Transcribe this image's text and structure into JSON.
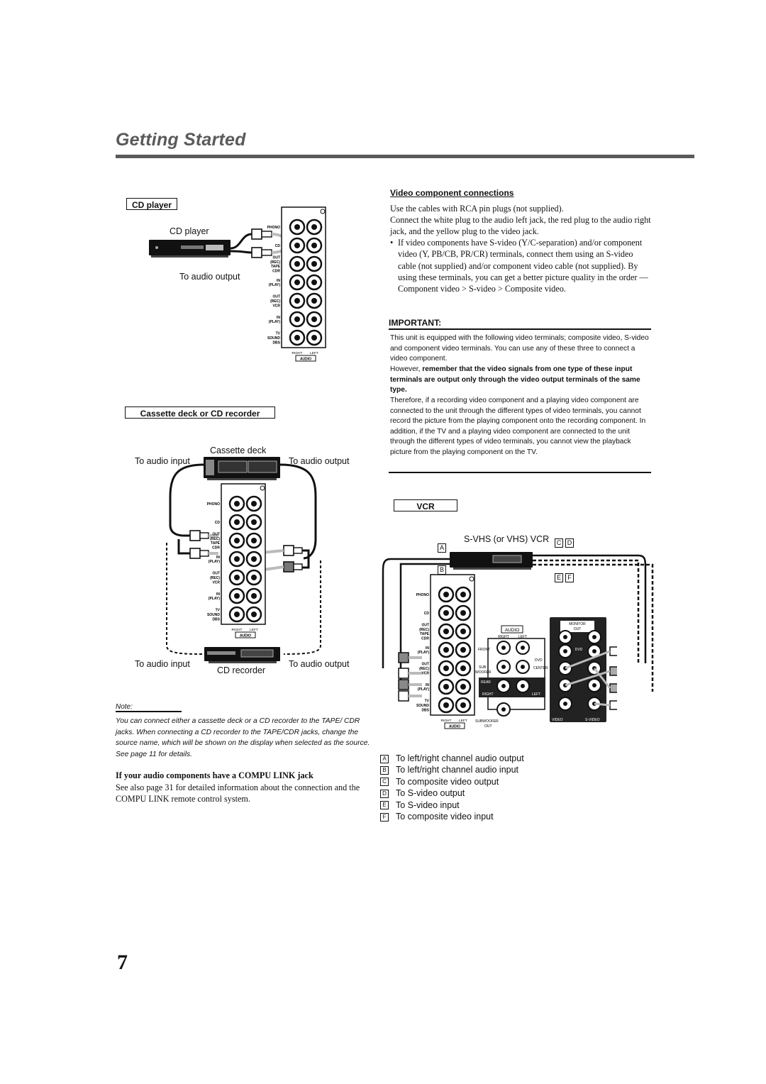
{
  "header": {
    "title": "Getting Started"
  },
  "cd_player_section": {
    "box_label": "CD player",
    "device_label": "CD player",
    "to_audio_output": "To audio output"
  },
  "cassette_section": {
    "box_label": "Cassette deck or CD recorder",
    "cassette_deck": "Cassette deck",
    "cd_recorder": "CD recorder",
    "to_audio_input_top": "To audio input",
    "to_audio_output_top": "To audio output",
    "to_audio_input_bottom": "To audio input",
    "to_audio_output_bottom": "To audio output"
  },
  "jack_panel": {
    "phono": "PHONO",
    "cd": "CD",
    "out": "OUT",
    "rec": "(REC)",
    "tape": "TAPE",
    "cdr": "CDR",
    "in": "IN",
    "play": "(PLAY)",
    "vcr": "VCR",
    "tv": "TV",
    "sound": "SOUND",
    "dbs": "DBS",
    "right": "RIGHT",
    "left": "LEFT",
    "audio": "AUDIO"
  },
  "note": {
    "label": "Note:",
    "text": "You can connect either a cassette deck or a CD recorder to the TAPE/ CDR jacks. When connecting a CD recorder to the TAPE/CDR jacks, change the source name, which will be shown on the display when selected as the source. See page 11 for details."
  },
  "compu_link": {
    "heading": "If your audio components have a COMPU LINK jack",
    "text": "See also page 31 for detailed information about the connection and the COMPU LINK remote control system."
  },
  "video_section": {
    "heading": "Video component connections",
    "para1": "Use the cables with RCA pin plugs (not supplied).",
    "para2": "Connect the white plug to the audio left jack, the red plug to the audio right jack, and the yellow plug to the video jack.",
    "bullet": "If video components have S-video (Y/C-separation) and/or component video (Y, PB/CB, PR/CR) terminals, connect them using an S-video cable (not supplied) and/or component video cable (not supplied). By using these terminals, you can get a better picture quality in the order — Component video > S-video > Composite video."
  },
  "important": {
    "label": "IMPORTANT:",
    "p1": "This unit is equipped with the following video terminals; composite video, S-video and component video terminals. You can use any of these three to connect a video component.",
    "p2_lead": "However, ",
    "p2_bold": "remember that the video signals from one type of these input terminals are output only through the video output terminals of the same type.",
    "p3": "Therefore, if a recording video component and a playing video component are connected to the unit through the different types of video terminals, you cannot record the picture from the playing component onto the recording component. In addition, if the TV and a playing video component are connected to the unit through the different types of video terminals, you cannot view the playback picture from the playing component on the TV."
  },
  "vcr_section": {
    "box_label": "VCR",
    "device_label": "S-VHS (or VHS) VCR",
    "markers": [
      "A",
      "B",
      "C",
      "D",
      "E",
      "F"
    ],
    "panel": {
      "audio": "AUDIO",
      "front": "FRONT",
      "dvd": "DVD",
      "sub": "SUB",
      "woofer": "WOOFER",
      "center": "CENTER",
      "rear": "REAR",
      "subwoofer": "SUBWOOFER",
      "out": "OUT",
      "monitor": "MONITOR",
      "video": "VIDEO",
      "s_video": "S-VIDEO",
      "right": "RIGHT",
      "left": "LEFT"
    }
  },
  "legend": [
    {
      "key": "A",
      "text": "To left/right channel audio output"
    },
    {
      "key": "B",
      "text": "To left/right channel audio input"
    },
    {
      "key": "C",
      "text": "To composite video output"
    },
    {
      "key": "D",
      "text": "To S-video output"
    },
    {
      "key": "E",
      "text": "To S-video input"
    },
    {
      "key": "F",
      "text": "To composite video input"
    }
  ],
  "page_number": "7"
}
